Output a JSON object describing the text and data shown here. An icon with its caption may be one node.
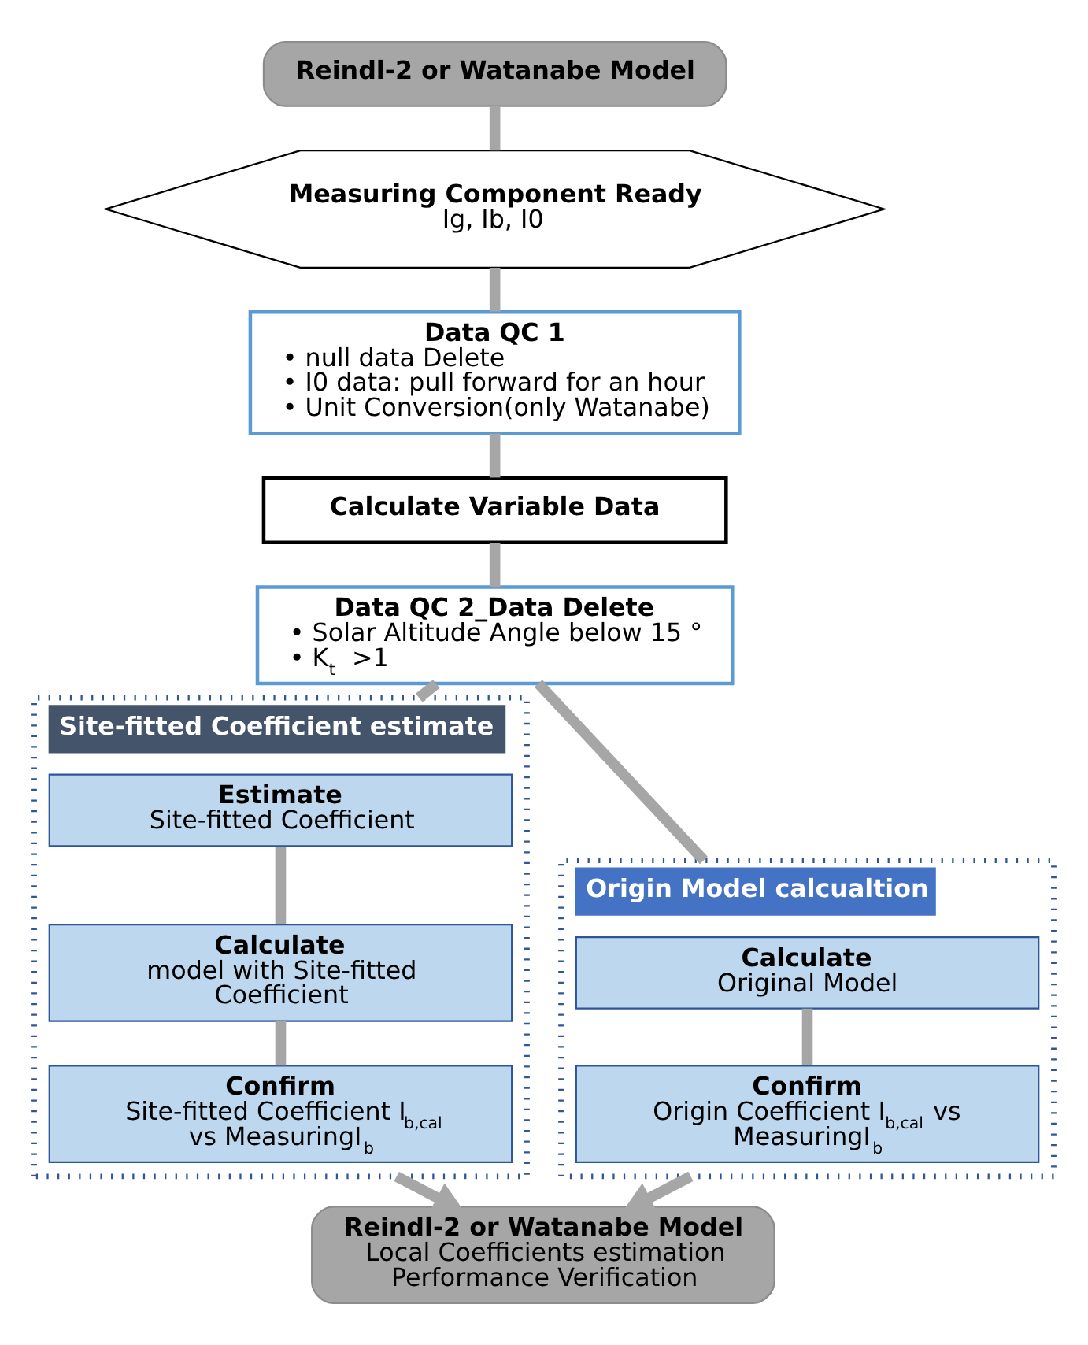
{
  "diagram": {
    "nodes": [
      {
        "text": [
          "Reindl-2 or Watanabe Model"
        ]
      },
      {
        "text": [
          "Measuring Component Ready",
          "Ig, Ib, I0"
        ]
      },
      {
        "text": [
          "Data QC 1",
          "• null data Delete",
          "• I0 data: pull forward for an hour",
          "• Unit Conversion(only Watanabe)"
        ]
      },
      {
        "text": [
          "Calculate Variable Data"
        ]
      },
      {
        "text": [
          "Data QC 2_Data Delete",
          "• Solar Altitude Angle below 15 °",
          "• K$_{t}$ >1"
        ]
      },
      {
        "text": [
          "Site-fitted Coefficient estimate"
        ]
      },
      {
        "text": [
          "Estimate",
          "Site-fitted Coefficient"
        ],
        "in": 5
      },
      {
        "text": [
          "Calculate",
          "model with Site-fitted Coefficient"
        ],
        "in": 5
      },
      {
        "text": [
          "Confirm",
          "Site-fitted Coefficient I$_{b,cal}$ vs MeasuringI$_{b}$"
        ],
        "in": 5
      },
      {
        "text": [
          "Origin Model calcualtion"
        ]
      },
      {
        "text": [
          "Calculate",
          "Original Model"
        ],
        "in": 9
      },
      {
        "text": [
          "Confirm",
          "Origin Coefficient I$_{b,cal}$ vs MeasuringI$_{b}$"
        ],
        "in": 9
      },
      {
        "text": [
          "Reindl-2 or Watanabe Model",
          "Local Coefficients estimation Performance Verification"
        ]
      }
    ],
    "edges": [
      {
        "from": 0,
        "to": 1,
        "arrow": "none"
      },
      {
        "from": 1,
        "to": 2,
        "arrow": "none"
      },
      {
        "from": 2,
        "to": 3,
        "arrow": "none"
      },
      {
        "from": 3,
        "to": 4,
        "arrow": "none"
      },
      {
        "from": 4,
        "to": 6,
        "arrow": "none"
      },
      {
        "from": 6,
        "to": 7,
        "arrow": "none"
      },
      {
        "from": 7,
        "to": 8,
        "arrow": "none"
      },
      {
        "from": 4,
        "to": 10,
        "arrow": "none"
      },
      {
        "from": 10,
        "to": 11,
        "arrow": "none"
      },
      {
        "from": 8,
        "to": 12,
        "arrow": "to"
      },
      {
        "from": 11,
        "to": 12,
        "arrow": "to"
      }
    ]
  }
}
